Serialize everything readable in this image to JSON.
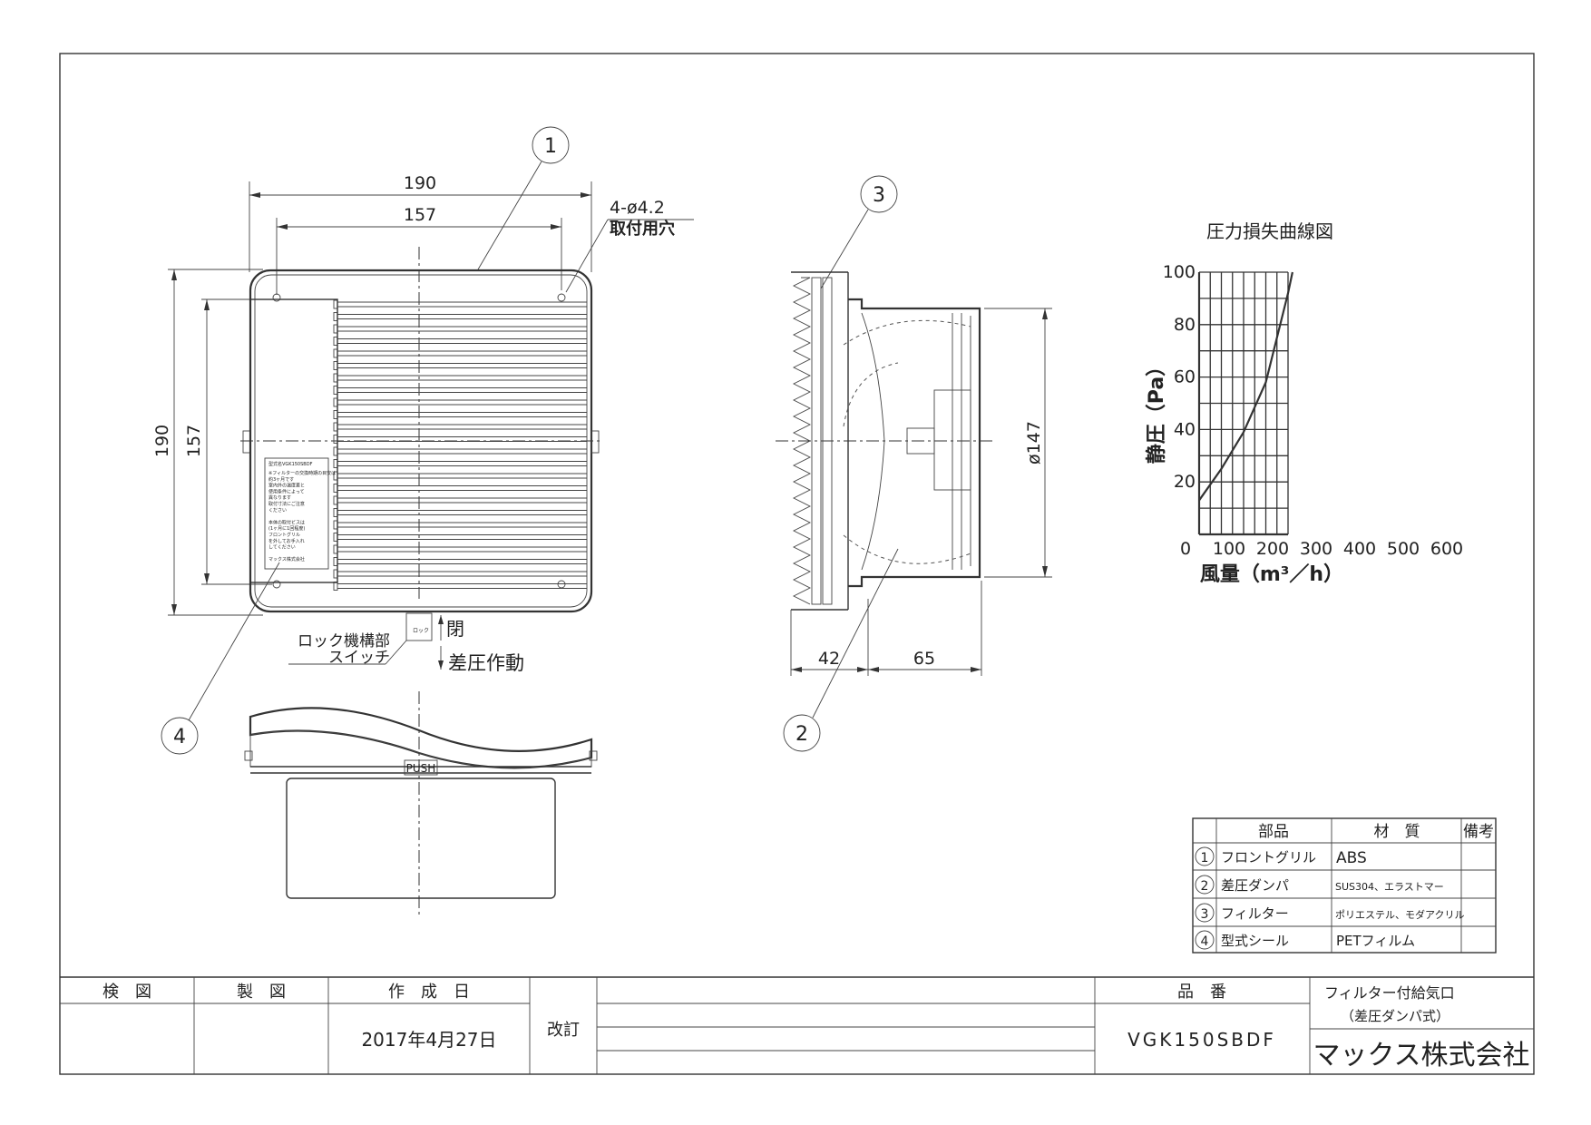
{
  "dimensions": {
    "front_width_outer": "190",
    "front_width_holes": "157",
    "front_height_outer": "190",
    "front_height_holes": "157",
    "mount_holes": "4-ø4.2",
    "mount_holes_label": "取付用穴",
    "side_diameter": "ø147",
    "side_depth_front": "42",
    "side_depth_body": "65"
  },
  "callouts": {
    "c1": "1",
    "c2": "2",
    "c3": "3",
    "c4": "4"
  },
  "annotations": {
    "lock_mechanism": "ロック機構部",
    "switch": "スイッチ",
    "closed": "閉",
    "diff_pressure_action": "差圧作動",
    "push": "PUSH",
    "lock_small": "ロック"
  },
  "seal_label": {
    "model": "型式名VGK150SBDF",
    "lines": [
      "※フィルターの交換時期の目安は",
      "約3ヶ月です",
      "室内外の温度差と",
      "使用条件によって",
      "異なります",
      "取付寸法にご注意",
      "ください",
      "",
      "本体の取付ビスは",
      "(1ヶ月に1回程度)",
      "フロントグリル",
      "を外してお手入れ",
      "してください",
      "",
      "マックス株式会社"
    ]
  },
  "chart_data": {
    "type": "line",
    "title": "圧力損失曲線図",
    "xlabel": "風量（m³／h）",
    "ylabel": "静圧（Pa）",
    "x_ticks": [
      "0",
      "100",
      "200",
      "300",
      "400",
      "500",
      "600"
    ],
    "y_ticks": [
      "20",
      "40",
      "60",
      "80",
      "100"
    ],
    "xlim": [
      0,
      200
    ],
    "ylim": [
      0,
      100
    ],
    "grid": true,
    "series": [
      {
        "x": [
          0,
          50,
          100,
          150,
          175,
          200,
          210
        ],
        "y": [
          13,
          25,
          39,
          58,
          75,
          92,
          100
        ]
      }
    ]
  },
  "parts_table": {
    "headers": [
      "部品",
      "材　質",
      "備考"
    ],
    "rows": [
      {
        "no": "1",
        "part": "フロントグリル",
        "material": "ABS"
      },
      {
        "no": "2",
        "part": "差圧ダンパ",
        "material": "SUS304、エラストマー"
      },
      {
        "no": "3",
        "part": "フィルター",
        "material": "ポリエステル、モダアクリル"
      },
      {
        "no": "4",
        "part": "型式シール",
        "material": "PETフィルム"
      }
    ]
  },
  "title_block": {
    "inspect": "検　図",
    "drawn": "製　図",
    "created": "作　成　日",
    "date": "2017年4月27日",
    "revision": "改訂",
    "part_no_label": "品　番",
    "part_no": "VGK150SBDF",
    "product_name_1": "フィルター付給気口",
    "product_name_2": "（差圧ダンパ式）",
    "company": "マックス株式会社"
  }
}
